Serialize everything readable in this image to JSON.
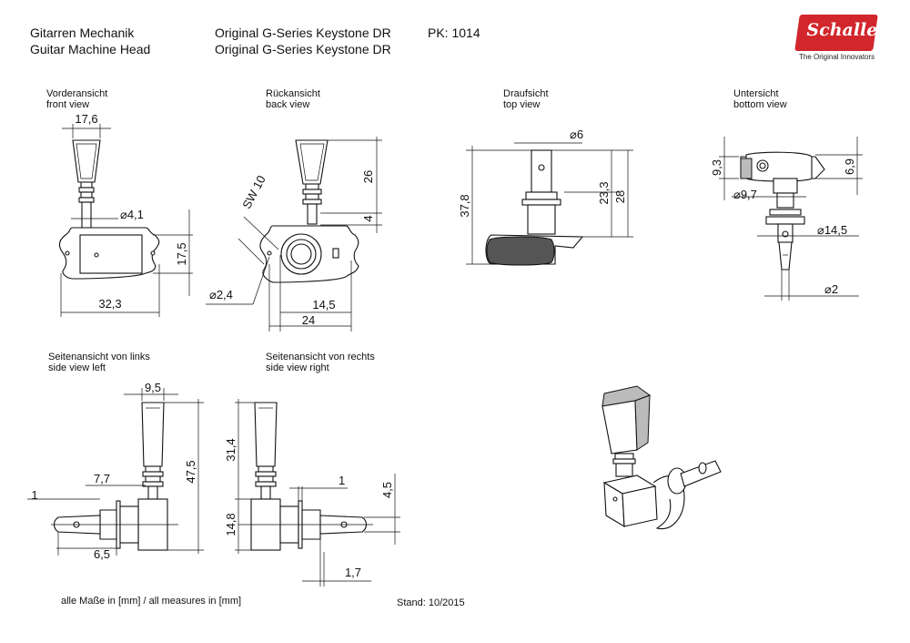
{
  "header": {
    "title_de": "Gitarren Mechanik",
    "title_en": "Guitar Machine Head",
    "model_de": "Original G-Series Keystone DR",
    "model_en": "Original G-Series Keystone DR",
    "part_no": "PK: 1014"
  },
  "logo": {
    "brand": "Schaller",
    "tagline": "The Original Innovators",
    "color": "#d1262c"
  },
  "views": {
    "front": {
      "de": "Vorderansicht",
      "en": "front view"
    },
    "back": {
      "de": "Rückansicht",
      "en": "back view"
    },
    "top": {
      "de": "Draufsicht",
      "en": "top view"
    },
    "bottom": {
      "de": "Untersicht",
      "en": "bottom view"
    },
    "side_left": {
      "de": "Seitenansicht von links",
      "en": "side view left"
    },
    "side_right": {
      "de": "Seitenansicht von rechts",
      "en": "side view right"
    }
  },
  "dimensions": {
    "front_width": "17,6",
    "front_post": "⌀4,1",
    "front_height": "17,5",
    "front_base": "32,3",
    "back_sw": "SW 10",
    "back_26": "26",
    "back_4": "4",
    "back_hole": "⌀2,4",
    "back_14": "14,5",
    "back_24": "24",
    "top_d6": "⌀6",
    "top_37": "37,8",
    "top_23": "23,3",
    "top_28": "28",
    "bot_93": "9,3",
    "bot_69": "6,9",
    "bot_97": "⌀9,7",
    "bot_145": "⌀14,5",
    "bot_2": "⌀2",
    "sl_95": "9,5",
    "sl_475": "47,5",
    "sl_77": "7,7",
    "sl_1": "1",
    "sl_65": "6,5",
    "sr_314": "31,4",
    "sr_1": "1",
    "sr_45": "4,5",
    "sr_148": "14,8",
    "sr_17": "1,7"
  },
  "footer": {
    "units": "alle Maße in [mm] / all measures in [mm]",
    "stand": "Stand: 10/2015"
  }
}
